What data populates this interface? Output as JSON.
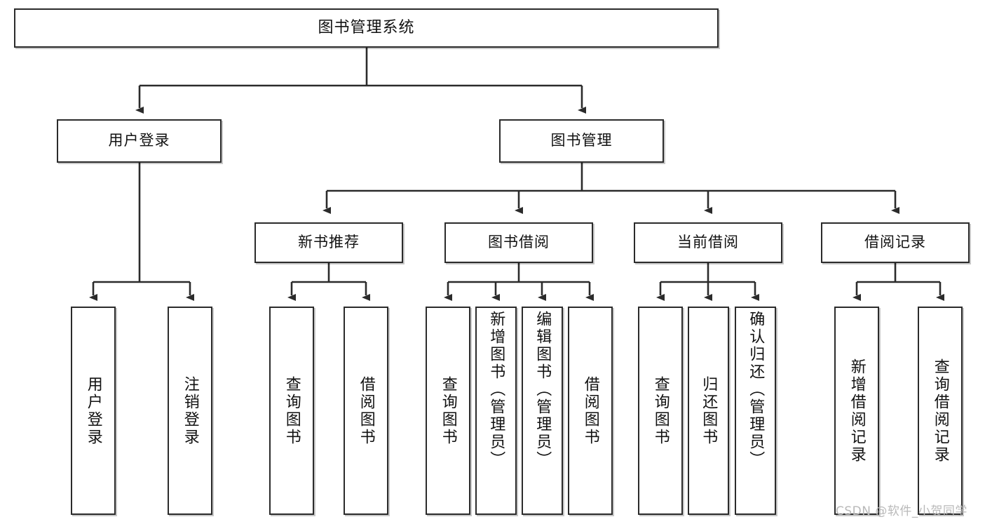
{
  "diagram": {
    "type": "tree-hierarchy",
    "title": "图书管理系统",
    "watermark": "CSDN @软件_小贺同学",
    "colors": {
      "box_border": "#2b2b2b",
      "box_fill": "#ffffff",
      "connector": "#2b2b2b",
      "watermark": "#b9b9b9",
      "background": "#ffffff"
    },
    "nodes": {
      "root": {
        "label": "图书管理系统",
        "level": 1
      },
      "level2": [
        {
          "id": "user-login",
          "label": "用户登录"
        },
        {
          "id": "book-manage",
          "label": "图书管理"
        }
      ],
      "level3": [
        {
          "id": "new-book-recommend",
          "label": "新书推荐"
        },
        {
          "id": "book-borrow",
          "label": "图书借阅"
        },
        {
          "id": "current-borrow",
          "label": "当前借阅"
        },
        {
          "id": "borrow-record",
          "label": "借阅记录"
        }
      ],
      "leaves": {
        "user-login": [
          {
            "id": "leaf-user-login",
            "label": "用户登录"
          },
          {
            "id": "leaf-logout-login",
            "label": "注销登录"
          }
        ],
        "new-book-recommend": [
          {
            "id": "leaf-query-book-1",
            "label": "查询图书"
          },
          {
            "id": "leaf-borrow-book-1",
            "label": "借阅图书"
          }
        ],
        "book-borrow": [
          {
            "id": "leaf-query-book-2",
            "label": "查询图书"
          },
          {
            "id": "leaf-add-book",
            "label": "新增图书（管理员）"
          },
          {
            "id": "leaf-edit-book",
            "label": "编辑图书（管理员）"
          },
          {
            "id": "leaf-borrow-book-2",
            "label": "借阅图书"
          }
        ],
        "current-borrow": [
          {
            "id": "leaf-query-book-3",
            "label": "查询图书"
          },
          {
            "id": "leaf-return-book",
            "label": "归还图书"
          },
          {
            "id": "leaf-confirm-return",
            "label": "确认归还（管理员）"
          }
        ],
        "borrow-record": [
          {
            "id": "leaf-add-record",
            "label": "新增借阅记录"
          },
          {
            "id": "leaf-query-record",
            "label": "查询借阅记录"
          }
        ]
      }
    }
  }
}
